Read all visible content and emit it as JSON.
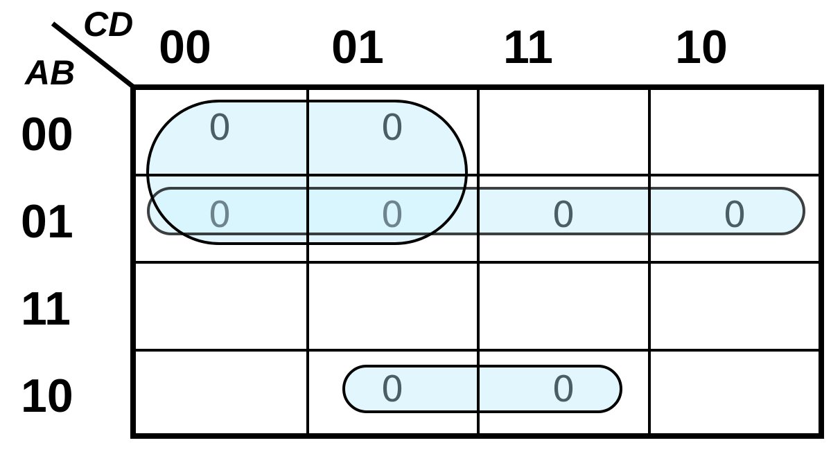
{
  "diagram": {
    "type": "karnaugh-map",
    "row_variable": "AB",
    "column_variable": "CD",
    "column_labels": [
      "00",
      "01",
      "11",
      "10"
    ],
    "row_labels": [
      "00",
      "01",
      "11",
      "10"
    ],
    "cells": [
      [
        "0",
        "0",
        "",
        ""
      ],
      [
        "0",
        "0",
        "0",
        "0"
      ],
      [
        "",
        "",
        "",
        ""
      ],
      [
        "",
        "0",
        "0",
        ""
      ]
    ],
    "groups": [
      {
        "name": "quad-group",
        "rows": [
          "00",
          "01"
        ],
        "columns": [
          "00",
          "01"
        ]
      },
      {
        "name": "row-group",
        "rows": [
          "01"
        ],
        "columns": [
          "00",
          "01",
          "11",
          "10"
        ]
      },
      {
        "name": "pair-group",
        "rows": [
          "10"
        ],
        "columns": [
          "01",
          "11"
        ]
      }
    ],
    "colors": {
      "group_fill": "#d6f3fc",
      "cell_text": "#4a5e66",
      "grid": "#000000"
    }
  }
}
